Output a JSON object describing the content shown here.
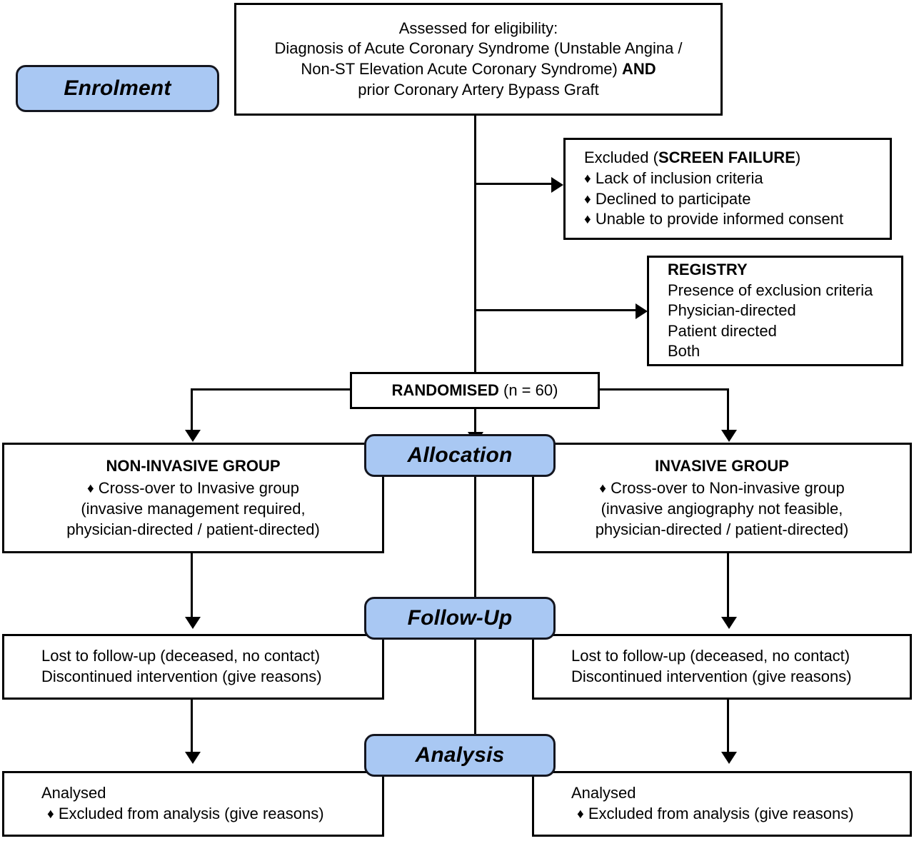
{
  "diagram": {
    "title": "CONSORT participant flow diagram",
    "accent_color": "#a9c8f3",
    "line_color": "#000000",
    "background": "#ffffff"
  },
  "stages": {
    "enrolment": "Enrolment",
    "allocation": "Allocation",
    "followup": "Follow-Up",
    "analysis": "Analysis"
  },
  "eligibility": {
    "line1": "Assessed for eligibility:",
    "line2": "Diagnosis of Acute Coronary Syndrome (Unstable Angina /",
    "line3a": "Non-ST Elevation Acute Coronary Syndrome) ",
    "line3b": "AND",
    "line4": "prior Coronary Artery Bypass Graft"
  },
  "excluded": {
    "heading_a": "Excluded (",
    "heading_b": "SCREEN FAILURE",
    "heading_c": ")",
    "items": [
      "Lack of inclusion criteria",
      "Declined to participate",
      "Unable to provide informed consent"
    ],
    "bullet": "♦"
  },
  "registry": {
    "heading": "REGISTRY",
    "items": [
      "Presence of exclusion criteria",
      "Physician-directed",
      "Patient directed",
      "Both"
    ]
  },
  "randomised": {
    "label": "RANDOMISED",
    "count_text": " (n = 60)",
    "n": 60
  },
  "allocation_groups": [
    {
      "title": "NON-INVASIVE GROUP",
      "bullet": "♦",
      "bullet_line": "Cross-over to Invasive group",
      "detail1": "(invasive management required,",
      "detail2": "physician-directed / patient-directed)"
    },
    {
      "title": "INVASIVE GROUP",
      "bullet": "♦",
      "bullet_line": "Cross-over to Non-invasive group",
      "detail1": "(invasive angiography not feasible,",
      "detail2": "physician-directed / patient-directed)"
    }
  ],
  "followup_groups": [
    {
      "line1": "Lost to follow-up (deceased, no contact)",
      "line2": "Discontinued intervention (give reasons)"
    },
    {
      "line1": "Lost to follow-up (deceased, no contact)",
      "line2": "Discontinued intervention (give reasons)"
    }
  ],
  "analysis_groups": [
    {
      "line1": "Analysed",
      "bullet": "♦",
      "line2": "Excluded from analysis (give reasons)"
    },
    {
      "line1": "Analysed",
      "bullet": "♦",
      "line2": "Excluded from analysis (give reasons)"
    }
  ]
}
